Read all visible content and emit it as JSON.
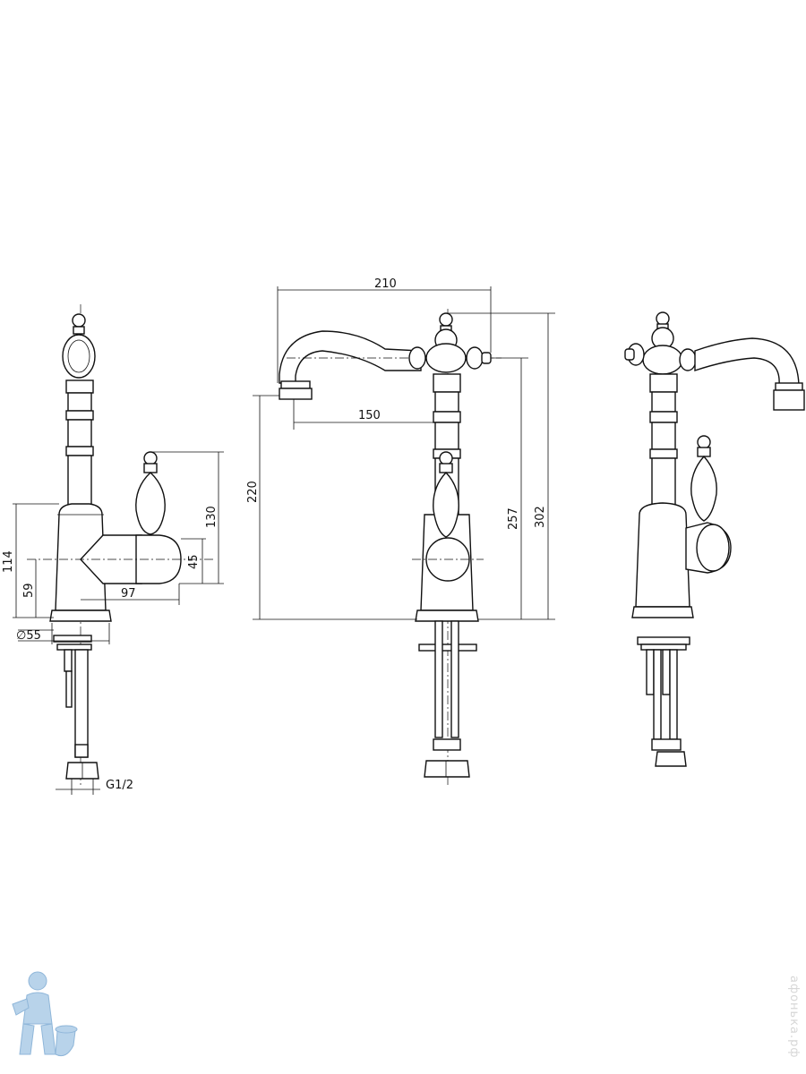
{
  "drawing": {
    "side_view": {
      "dim_total_height": "114",
      "dim_handle_axis": "59",
      "dim_base_diameter": "∅55",
      "dim_handle_reach": "97",
      "dim_handle_top": "130",
      "dim_handle_mid": "45",
      "dim_thread": "G1/2"
    },
    "front_view": {
      "dim_spout_reach": "210",
      "dim_outlet_offset": "150",
      "dim_outlet_height": "220",
      "dim_spout_height": "257",
      "dim_total_height": "302"
    }
  },
  "watermark": {
    "site_text": "афонька.рф",
    "logo_icon": "plumber-logo-icon",
    "color": "#d7d7d7"
  },
  "colors": {
    "line": "#111111",
    "background": "#ffffff",
    "logo": "#b8d3ea"
  }
}
